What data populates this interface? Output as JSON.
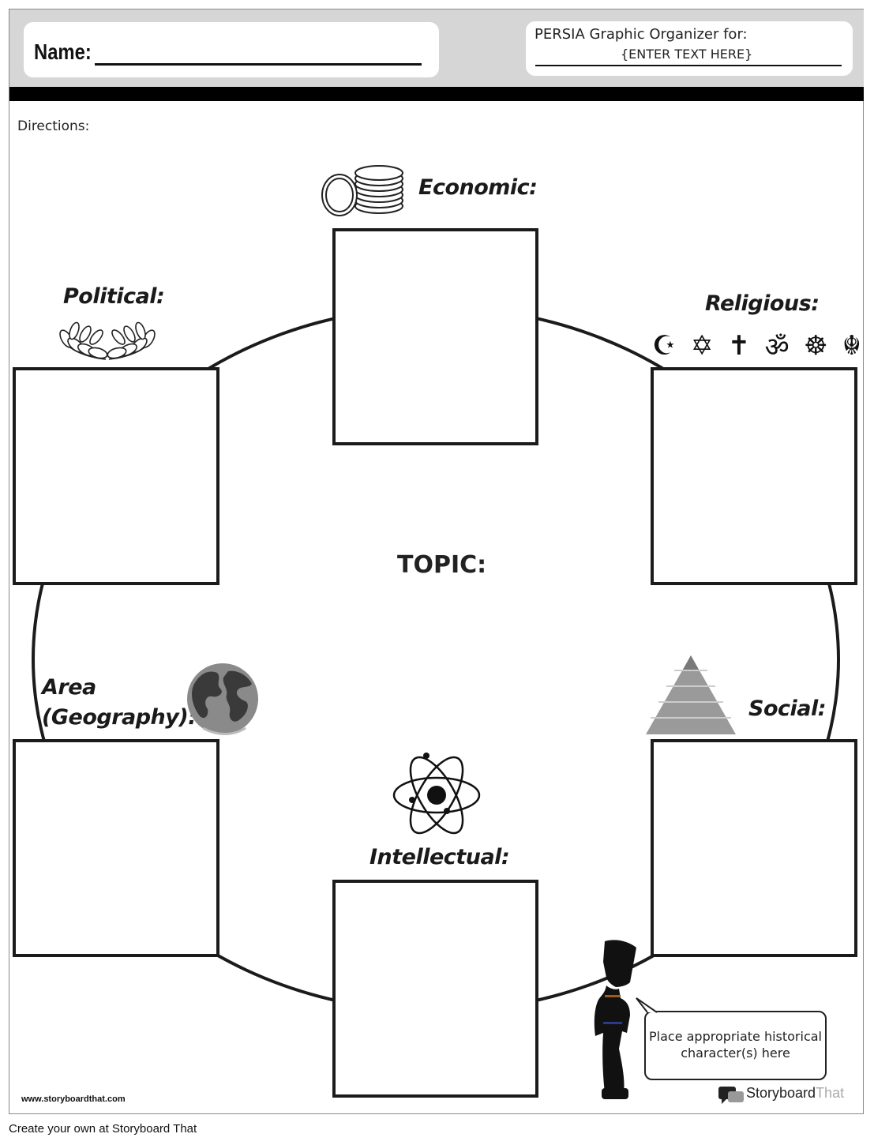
{
  "header": {
    "name_label": "Name:",
    "organizer_title": "PERSIA Graphic Organizer for:",
    "organizer_value": "{ENTER TEXT HERE}"
  },
  "directions": "Directions:",
  "center": {
    "topic_label": "TOPIC:"
  },
  "categories": {
    "economic": "Economic:",
    "political": "Political:",
    "religious": "Religious:",
    "area": "Area\n(Geography):",
    "social": "Social:",
    "intellectual": "Intellectual:"
  },
  "icons": {
    "economic": "coins-icon",
    "political": "laurel-wreath-icon",
    "religious": "religious-symbols-icon",
    "area": "globe-icon",
    "social": "pyramid-icon",
    "intellectual": "atom-icon",
    "character": "historical-character-silhouette"
  },
  "religious_symbols": [
    "☪",
    "✡",
    "✝",
    "ॐ",
    "☸",
    "☬"
  ],
  "speech_bubble": "Place appropriate historical character(s) here",
  "site_url": "www.storyboardthat.com",
  "brand": {
    "main": "Storyboard",
    "light": "That"
  },
  "footer": "Create your own at Storyboard That"
}
